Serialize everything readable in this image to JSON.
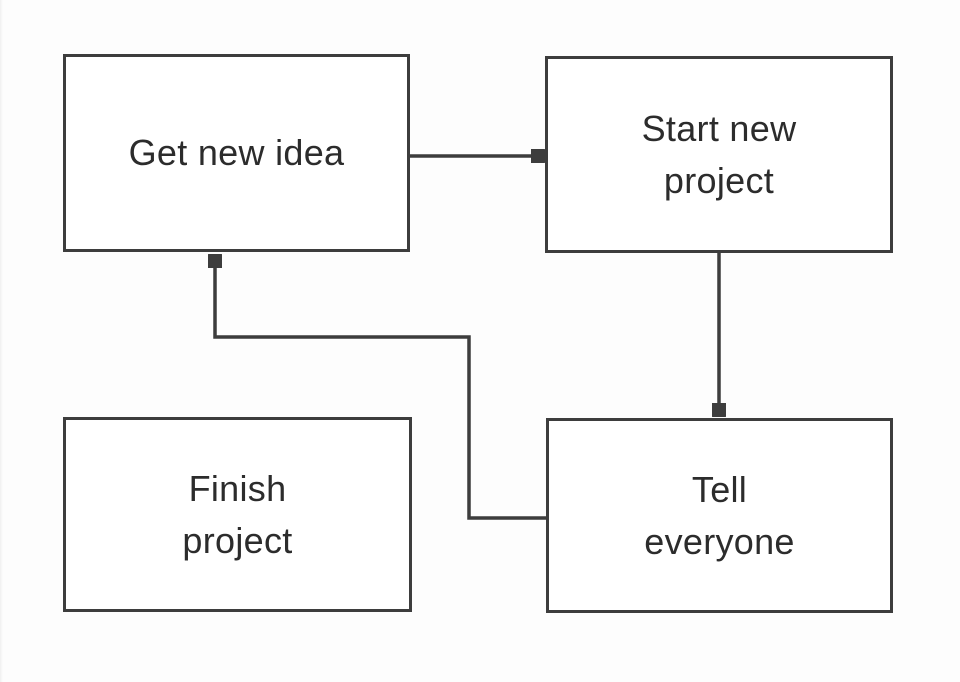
{
  "diagram": {
    "type": "flowchart",
    "nodes": [
      {
        "id": "get-new-idea",
        "label": "Get new idea"
      },
      {
        "id": "start-new-project",
        "label": "Start new\nproject"
      },
      {
        "id": "finish-project",
        "label": "Finish\nproject"
      },
      {
        "id": "tell-everyone",
        "label": "Tell\neveryone"
      }
    ],
    "edges": [
      {
        "from": "get-new-idea",
        "to": "start-new-project",
        "style": "arrow-right"
      },
      {
        "from": "start-new-project",
        "to": "tell-everyone",
        "style": "arrow-down"
      },
      {
        "from": "tell-everyone",
        "to": "get-new-idea",
        "style": "elbow-left-up"
      }
    ],
    "disconnected_nodes": [
      "finish-project"
    ],
    "colors": {
      "line": "#3d3d3d",
      "text": "#2c2c2c",
      "background": "#fdfdfd",
      "node_background": "#ffffff"
    }
  }
}
